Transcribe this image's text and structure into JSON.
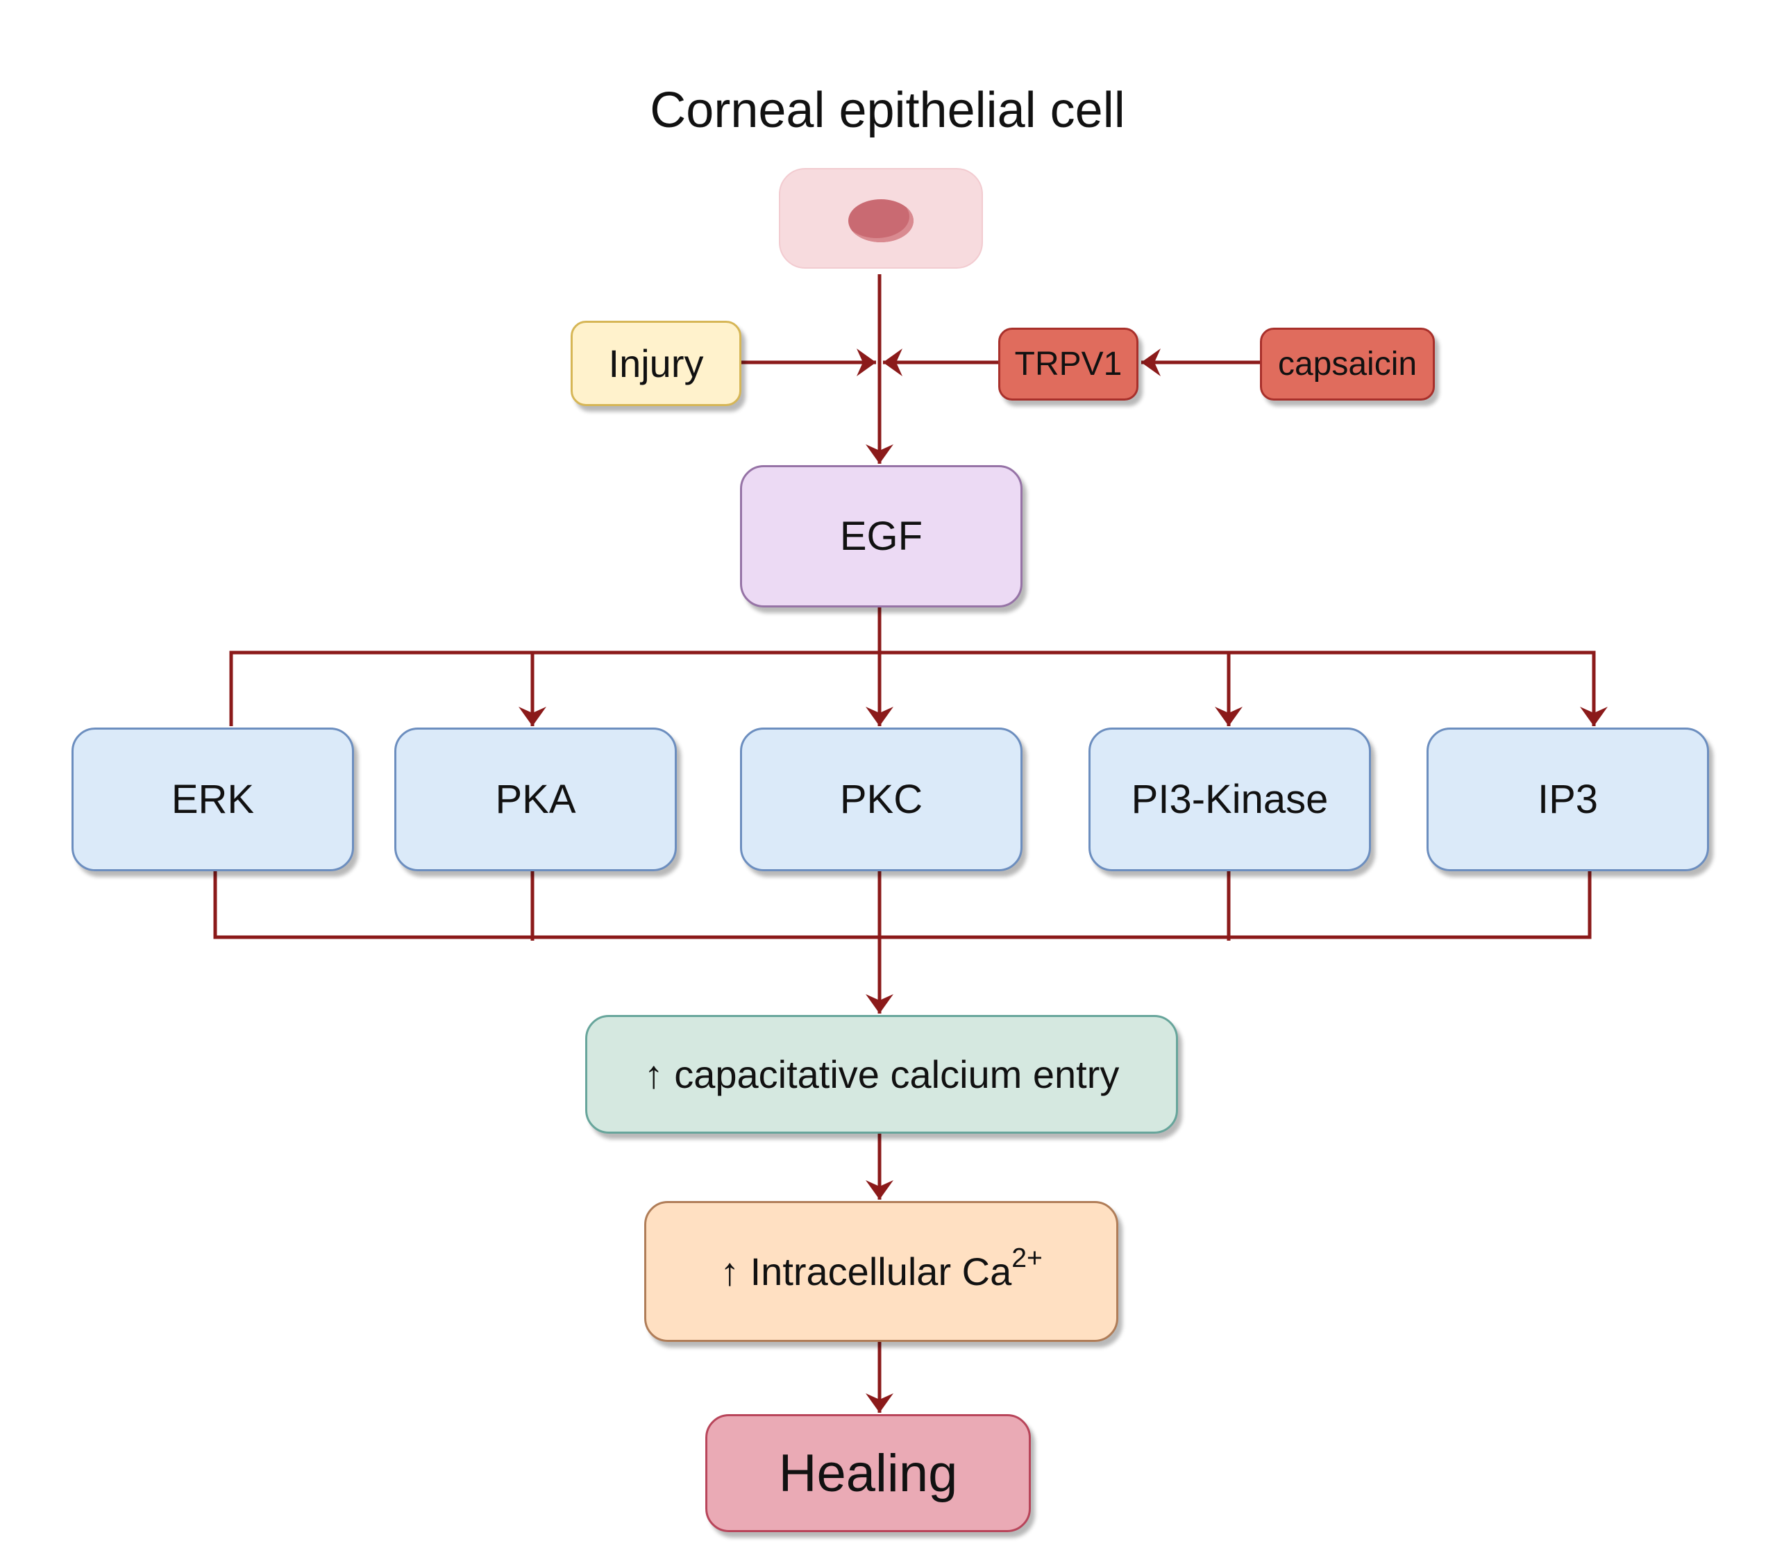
{
  "diagram": {
    "title": "Corneal epithelial cell",
    "cell_icon": "corneal-epithelial-cell-icon",
    "nodes": {
      "injury": "Injury",
      "trpv1": "TRPV1",
      "capsaicin": "capsaicin",
      "egf": "EGF",
      "kinases": [
        "ERK",
        "PKA",
        "PKC",
        "PI3-Kinase",
        "IP3"
      ],
      "calcium_entry": {
        "arrow": "↑",
        "text": "capacitative calcium entry"
      },
      "intracellular": {
        "arrow": "↑",
        "text": "Intracellular Ca",
        "superscript": "2+"
      },
      "healing": "Healing"
    },
    "edges": [
      {
        "from": "cell",
        "to": "EGF"
      },
      {
        "from": "Injury",
        "to": "cell-EGF pathway"
      },
      {
        "from": "capsaicin",
        "to": "TRPV1"
      },
      {
        "from": "TRPV1",
        "to": "cell-EGF pathway"
      },
      {
        "from": "EGF",
        "to": "ERK"
      },
      {
        "from": "EGF",
        "to": "PKA"
      },
      {
        "from": "EGF",
        "to": "PKC"
      },
      {
        "from": "EGF",
        "to": "PI3-Kinase"
      },
      {
        "from": "EGF",
        "to": "IP3"
      },
      {
        "from": "ERK",
        "to": "capacitative calcium entry"
      },
      {
        "from": "PKA",
        "to": "capacitative calcium entry"
      },
      {
        "from": "PKC",
        "to": "capacitative calcium entry"
      },
      {
        "from": "PI3-Kinase",
        "to": "capacitative calcium entry"
      },
      {
        "from": "IP3",
        "to": "capacitative calcium entry"
      },
      {
        "from": "capacitative calcium entry",
        "to": "Intracellular Ca2+"
      },
      {
        "from": "Intracellular Ca2+",
        "to": "Healing"
      }
    ],
    "colors": {
      "edge": "#8b1a1a",
      "injury_fill": "#fff2cc",
      "trpv1_fill": "#e06c5d",
      "egf_fill": "#ecdaf4",
      "kinase_fill": "#dbeaf9",
      "calcium_entry_fill": "#d5e8e0",
      "intracellular_fill": "#ffe0c2",
      "healing_fill": "#eaaab5"
    }
  }
}
